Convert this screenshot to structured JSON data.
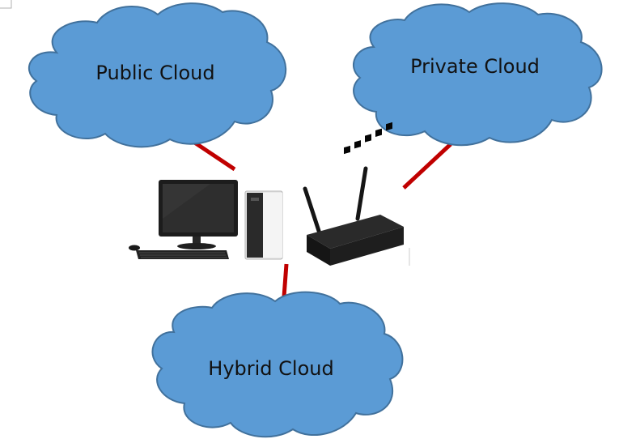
{
  "diagram": {
    "clouds": {
      "public": {
        "label": "Public Cloud"
      },
      "private": {
        "label": "Private Cloud"
      },
      "hybrid": {
        "label": "Hybrid Cloud"
      }
    },
    "devices": {
      "computer": {
        "icon": "desktop-computer-icon"
      },
      "router": {
        "icon": "wifi-router-icon"
      }
    },
    "colors": {
      "cloud_fill": "#5b9bd5",
      "cloud_stroke": "#41719c",
      "connector": "#c00000"
    }
  }
}
